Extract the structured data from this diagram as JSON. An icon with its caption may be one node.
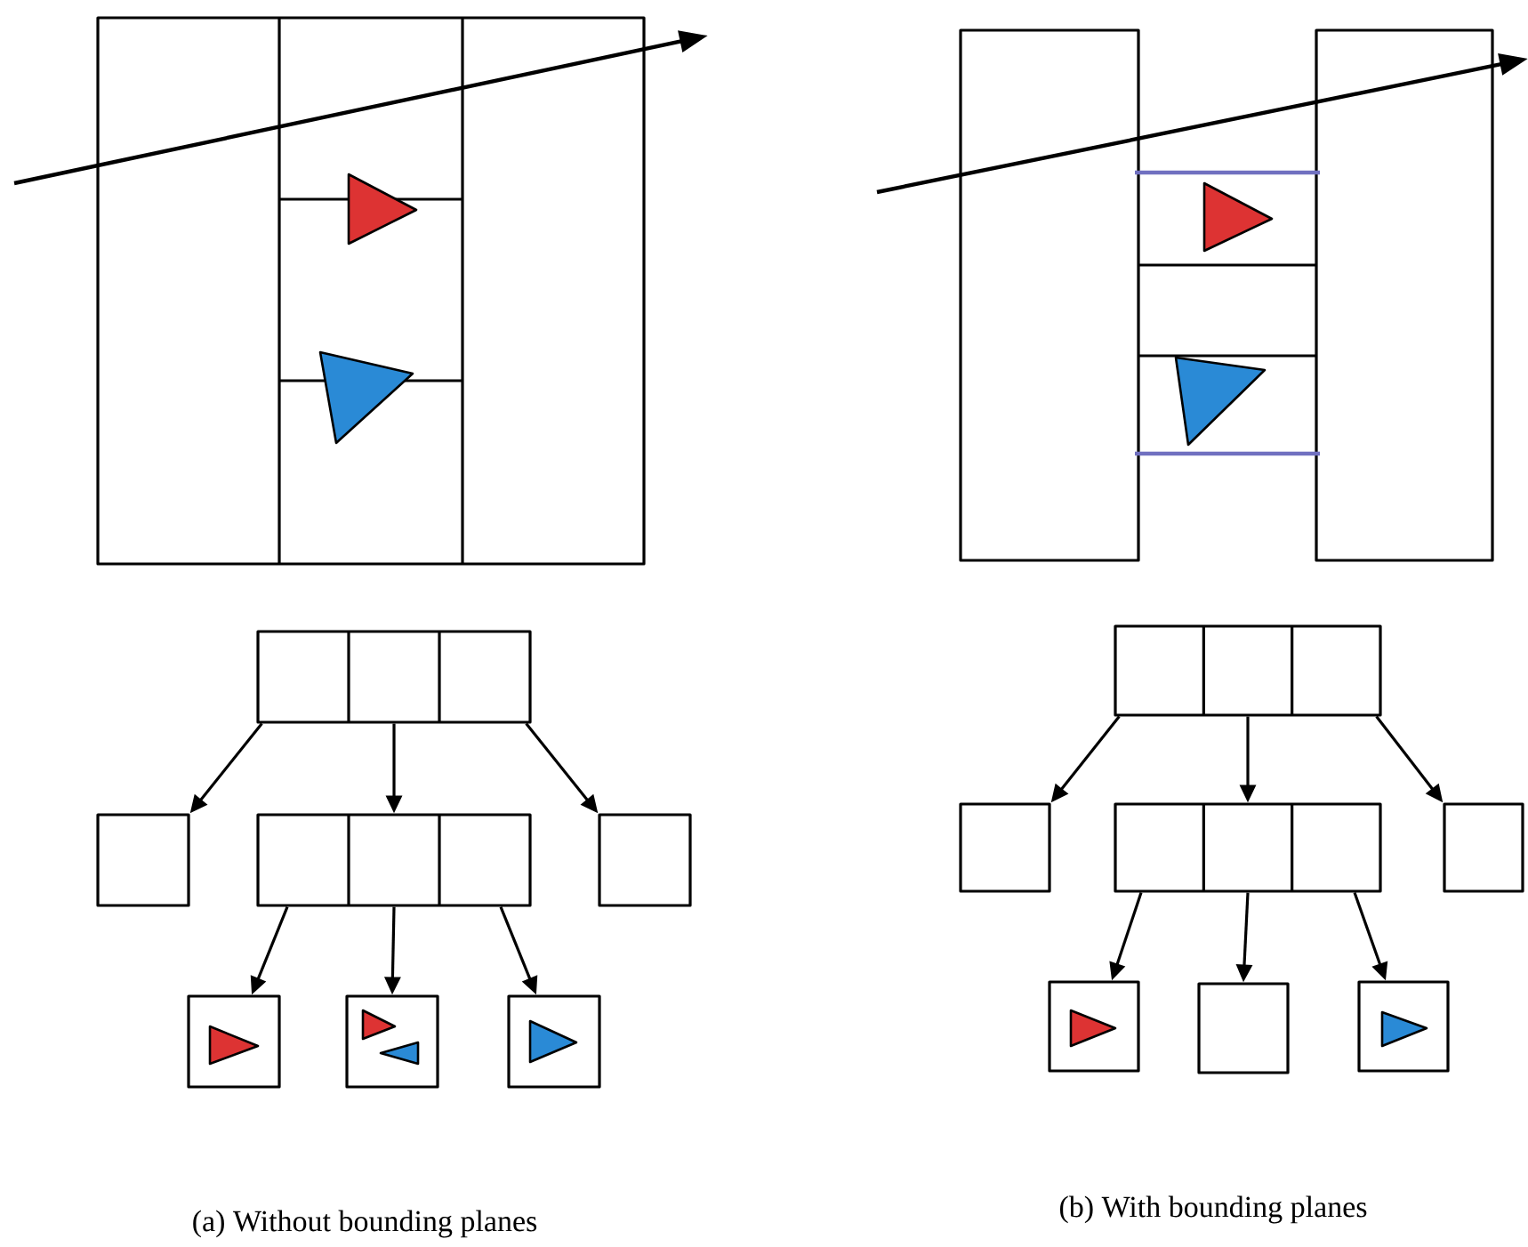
{
  "diagram": {
    "nodes": [
      {
        "text": [],
        "shape": "box"
      },
      {
        "text": [],
        "shape": "box"
      },
      {
        "text": [],
        "shape": "box"
      },
      {
        "text": [],
        "shape": "box"
      },
      {
        "text": [],
        "shape": "box"
      },
      {
        "text": [],
        "shape": "box"
      },
      {
        "text": [],
        "shape": "box"
      },
      {
        "text": [],
        "shape": "box"
      },
      {
        "text": [],
        "shape": "box"
      },
      {
        "text": [],
        "shape": "box"
      },
      {
        "text": [],
        "shape": "box"
      },
      {
        "text": [],
        "shape": "box"
      },
      {
        "text": [],
        "shape": "box"
      },
      {
        "text": [],
        "shape": "box"
      }
    ],
    "edges": [
      {
        "from": 0,
        "to": 1,
        "arrow": "to"
      },
      {
        "from": 0,
        "to": 2,
        "arrow": "to"
      },
      {
        "from": 0,
        "to": 3,
        "arrow": "to"
      },
      {
        "from": 2,
        "to": 4,
        "arrow": "to"
      },
      {
        "from": 2,
        "to": 5,
        "arrow": "to"
      },
      {
        "from": 2,
        "to": 6,
        "arrow": "to"
      },
      {
        "from": 7,
        "to": 8,
        "arrow": "to"
      },
      {
        "from": 7,
        "to": 9,
        "arrow": "to"
      },
      {
        "from": 7,
        "to": 10,
        "arrow": "to"
      },
      {
        "from": 9,
        "to": 11,
        "arrow": "to"
      },
      {
        "from": 9,
        "to": 12,
        "arrow": "to"
      },
      {
        "from": 9,
        "to": 13,
        "arrow": "to"
      }
    ],
    "labels": [
      "(a) Without bounding planes",
      "(b) With bounding planes"
    ]
  }
}
